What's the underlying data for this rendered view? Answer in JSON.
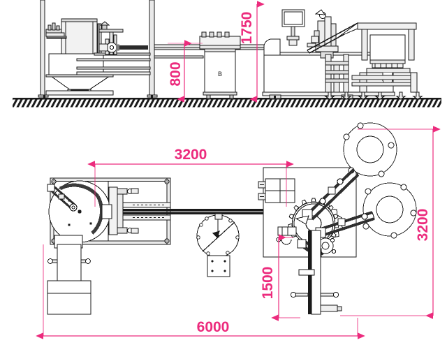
{
  "drawing": {
    "title": "Machine line general arrangement drawing",
    "views": [
      {
        "id": "elevation",
        "name": "side-elevation-view"
      },
      {
        "id": "plan",
        "name": "top-plan-view"
      }
    ],
    "units": "mm",
    "line_color": "#1a1a1a",
    "dimension_color": "#ec2b7d",
    "background_color": "#ffffff"
  },
  "dimensions": {
    "elevation": [
      {
        "id": "h800",
        "label": "800",
        "orientation": "vertical",
        "name": "dimension-800"
      },
      {
        "id": "h1750",
        "label": "1750",
        "orientation": "vertical",
        "name": "dimension-1750"
      }
    ],
    "plan": [
      {
        "id": "w3200",
        "label": "3200",
        "orientation": "horizontal",
        "name": "dimension-3200-width"
      },
      {
        "id": "d3200",
        "label": "3200",
        "orientation": "vertical",
        "name": "dimension-3200-depth"
      },
      {
        "id": "d1500",
        "label": "1500",
        "orientation": "vertical",
        "name": "dimension-1500"
      },
      {
        "id": "w6000",
        "label": "6000",
        "orientation": "horizontal",
        "name": "dimension-6000"
      }
    ]
  },
  "labels": {
    "cabinet_letter": "B"
  }
}
